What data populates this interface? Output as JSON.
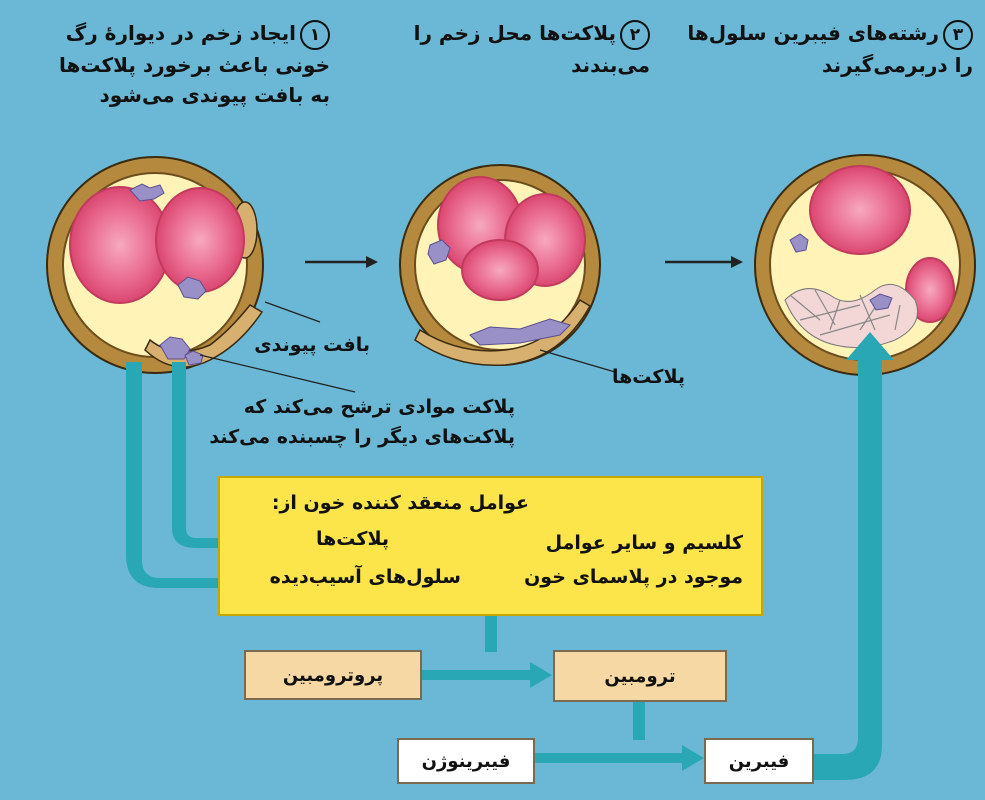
{
  "steps": [
    {
      "number": "۱",
      "lines": [
        "ایجاد زخم در دیوارهٔ رگ",
        "خونی باعث برخورد پلاکت‌ها",
        "به بافت پیوندی می‌شود"
      ]
    },
    {
      "number": "۲",
      "lines": [
        "پلاکت‌ها محل زخم را",
        "می‌بندند"
      ]
    },
    {
      "number": "۳",
      "lines": [
        "رشته‌های فیبرین سلول‌ها",
        "را دربرمی‌گیرند"
      ]
    }
  ],
  "labels": {
    "connective_tissue": "بافت پیوندی",
    "platelets": "پلاکت‌ها",
    "platelet_secretion": [
      "پلاکت موادی ترشح می‌کند که",
      "پلاکت‌های دیگر را چسبنده می‌کند"
    ]
  },
  "factors_box": {
    "title": "عوامل منعقد کننده خون از:",
    "source_platelets": "پلاکت‌ها",
    "source_damaged_cells": "سلول‌های آسیب‌دیده",
    "calcium_line1": "کلسیم و سایر عوامل",
    "calcium_line2": "موجود در پلاسمای خون"
  },
  "boxes": {
    "prothrombin": "پروترومبین",
    "thrombin": "ترومبین",
    "fibrinogen": "فیبرینوژن",
    "fibrin": "فیبرین"
  },
  "colors": {
    "background": "#6ab8d6",
    "arrow": "#2aa7b5",
    "factors_box": "#fbe54a",
    "tan_box": "#f5d8a4",
    "vessel_wall": "#b5893e",
    "cytoplasm": "#fff3b8",
    "red_cell": "#e8557a",
    "platelet": "#9a90c8"
  }
}
